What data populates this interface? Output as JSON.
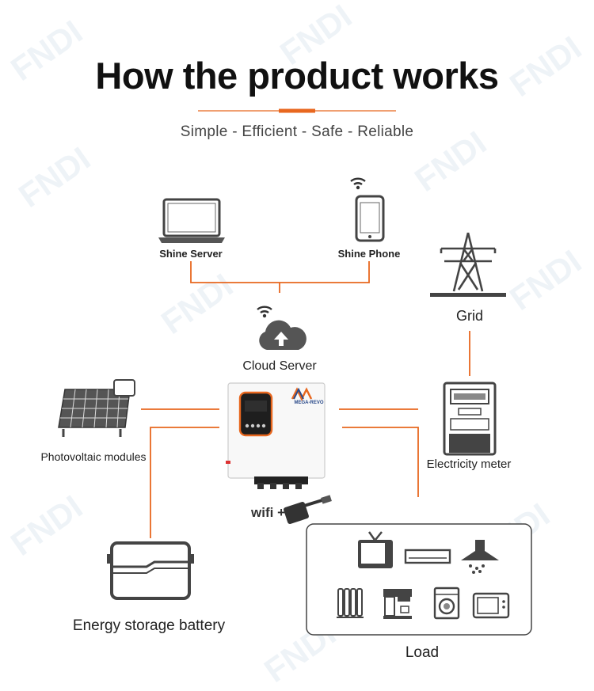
{
  "header": {
    "title": "How the product works",
    "subtitle": "Simple - Efficient - Safe - Reliable"
  },
  "nodes": {
    "shine_server": "Shine Server",
    "shine_phone": "Shine Phone",
    "cloud_server": "Cloud Server",
    "grid": "Grid",
    "photovoltaic": "Photovoltaic modules",
    "electricity_meter": "Electricity meter",
    "wifi": "wifi +",
    "battery": "Energy storage battery",
    "load": "Load"
  },
  "inverter": {
    "brand": "MEGA-REVO"
  },
  "watermark": "FNDI",
  "colors": {
    "connector": "#e8671f",
    "accent": "#e8671f",
    "icon": "#444444"
  }
}
